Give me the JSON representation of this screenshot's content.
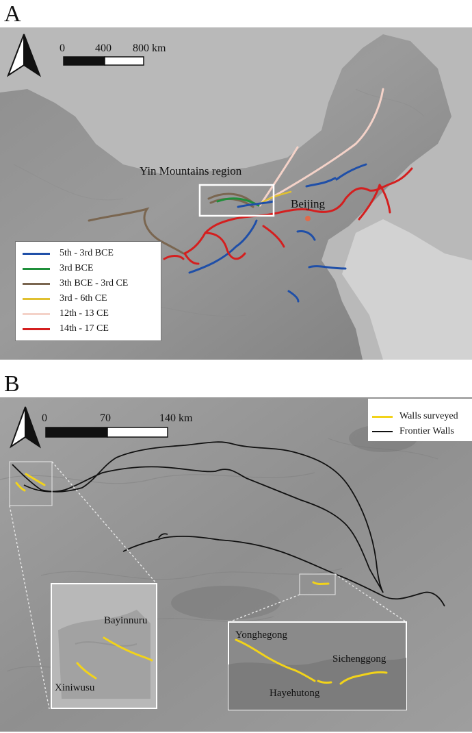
{
  "panel_a": {
    "letter": "A",
    "scale": {
      "labels": [
        "0",
        "400",
        "800 km"
      ]
    },
    "region_label": "Yin Mountains region",
    "city_label": "Beijing",
    "legend": [
      {
        "label": "5th - 3rd BCE",
        "color": "#1f4fa8"
      },
      {
        "label": "3rd BCE",
        "color": "#1f8f3a"
      },
      {
        "label": "3th BCE - 3rd CE",
        "color": "#7a6650"
      },
      {
        "label": "3rd - 6th CE",
        "color": "#e0c030"
      },
      {
        "label": "12th - 13 CE",
        "color": "#f4d2c8"
      },
      {
        "label": "14th - 17 CE",
        "color": "#d41f1f"
      }
    ]
  },
  "panel_b": {
    "letter": "B",
    "scale": {
      "labels": [
        "0",
        "70",
        "140 km"
      ]
    },
    "legend": [
      {
        "label": "Walls surveyed",
        "color": "#f2d31a"
      },
      {
        "label": "Frontier Walls",
        "color": "#111111"
      }
    ],
    "inset_left_labels": {
      "top": "Bayinnuru",
      "bottom": "Xiniwusu"
    },
    "inset_right_labels": {
      "top_left": "Yonghegong",
      "right": "Sichenggong",
      "bottom": "Hayehutong"
    }
  },
  "colors": {
    "map_a_bg": "#a8a8a8",
    "map_b_bg": "#9a9a9a",
    "beijing_dot": "#e06a4a"
  },
  "icons": [
    "north-arrow-icon"
  ]
}
